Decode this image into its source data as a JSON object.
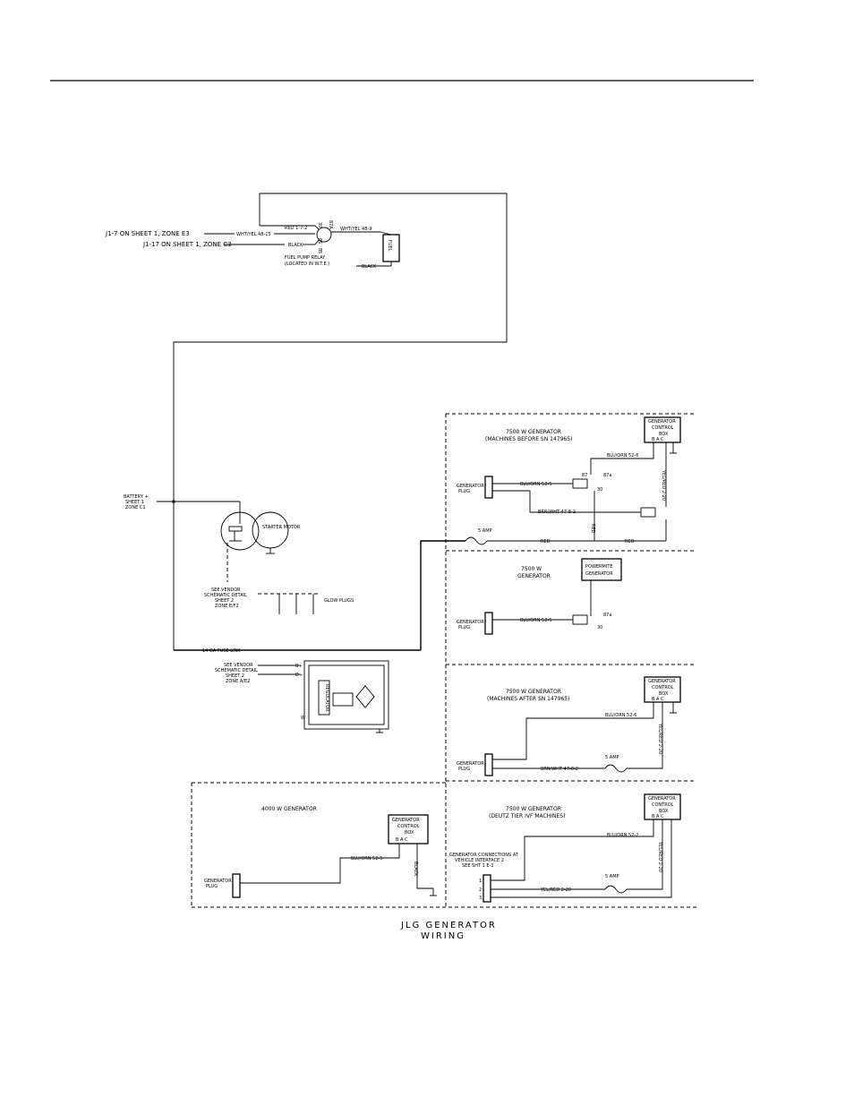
{
  "relay": {
    "j1_7": "J1-7 ON SHEET 1, ZONE E3",
    "j1_17": "J1-17 ON SHEET 1, ZONE C3",
    "wht_yel": "WHT/YEL 48-15",
    "black": "BLACK",
    "red_172": "RED 1-7-2",
    "wht_yel_489": "WHT/YEL 48-9",
    "fuel_relay_1": "FUEL PUMP RELAY",
    "fuel_relay_2": "(LOCATED IN W.T.E.)",
    "black_right": "BLACK",
    "pin_87a": "87A",
    "pin_30": "30",
    "pin_86": "86",
    "pin_85": "85",
    "fuel_pump": "FUEL"
  },
  "battery": {
    "line1": "BATTERY +",
    "line2": "SHEET 1",
    "line3": "ZONE C1"
  },
  "starter": "STARTER MOTOR",
  "vendor_top": {
    "line1": "SEE VENDOR",
    "line2": "SCHEMATIC DETAIL",
    "line3": "SHEET 2",
    "line4": "ZONE E/F2"
  },
  "glow_plugs": "GLOW PLUGS",
  "fuse_link": "14 GA FUSE LINK",
  "vendor_bottom": {
    "line1": "SEE VENDOR",
    "line2": "SCHEMATIC DETAIL",
    "line3": "SHEET 2",
    "line4": "ZONE A/E2"
  },
  "alt_labels": {
    "b_plus": "B+",
    "d_plus": "D+",
    "w": "W",
    "regulator": "REGULATOR"
  },
  "gen1": {
    "title1": "7500 W GENERATOR",
    "title2": "(MACHINES BEFORE SN 147965)",
    "ctrl_box": [
      "GENERATOR",
      "CONTROL",
      "BOX"
    ],
    "pins": "B  A  C",
    "plug": [
      "GENERATOR",
      "PLUG"
    ],
    "blu_orn": "BLU/ORN 52-5",
    "blu_orn_top": "BLU/ORN 52-6",
    "brn_wht": "BRN/WHT 47-8-2",
    "yel_red": "YEL/RED 2-20",
    "fuse": "5 AMP",
    "red1": "RED",
    "red2": "RED",
    "red3": "RED",
    "r87": "87",
    "r87a": "87a",
    "r30": "30"
  },
  "gen2": {
    "title1": "7500 W",
    "title2": "GENERATOR",
    "box": [
      "POWERMITE",
      "GENERATOR"
    ],
    "plug": [
      "GENERATOR",
      "PLUG"
    ],
    "blu_orn": "BLU/ORN 52-5",
    "r87a": "87a",
    "r30": "30"
  },
  "gen3": {
    "title1": "7500 W GENERATOR",
    "title2": "(MACHINES AFTER SN 147965)",
    "ctrl_box": [
      "GENERATOR",
      "CONTROL",
      "BOX"
    ],
    "pins": "B  A  C",
    "plug": [
      "GENERATOR",
      "PLUG"
    ],
    "blu_orn": "BLU/ORN 52-6",
    "brn_wht": "BRN/WHT 47-8-2",
    "yel_red": "YEL/RED 2-20",
    "fuse": "5 AMP"
  },
  "gen4": {
    "title1": "4000 W GENERATOR",
    "ctrl_box": [
      "GENERATOR",
      "CONTROL",
      "BOX"
    ],
    "pins": "B  A  C",
    "plug": [
      "GENERATOR",
      "PLUG"
    ],
    "blu_orn": "BLU/ORN 52-5",
    "black": "BLACK"
  },
  "gen5": {
    "title1": "7500 W GENERATOR",
    "title2": "(DEUTZ TIER IVF MACHINES)",
    "ctrl_box": [
      "GENERATOR",
      "CONTROL",
      "BOX"
    ],
    "pins": "B  A  C",
    "conn": [
      "GENERATOR CONNECTIONS AT",
      "VEHICLE INTERFACE 2",
      "SEE SHT 1 E-1"
    ],
    "blu_orn": "BLU/ORN 52-2",
    "yel_red": "YEL/RED 2-20",
    "yel_red_v": "YEL/RED 2-20",
    "fuse": "5 AMP",
    "p1": "1",
    "p2": "2",
    "p3": "3"
  },
  "footer": {
    "title1": "JLG GENERATOR",
    "title2": "WIRING"
  }
}
